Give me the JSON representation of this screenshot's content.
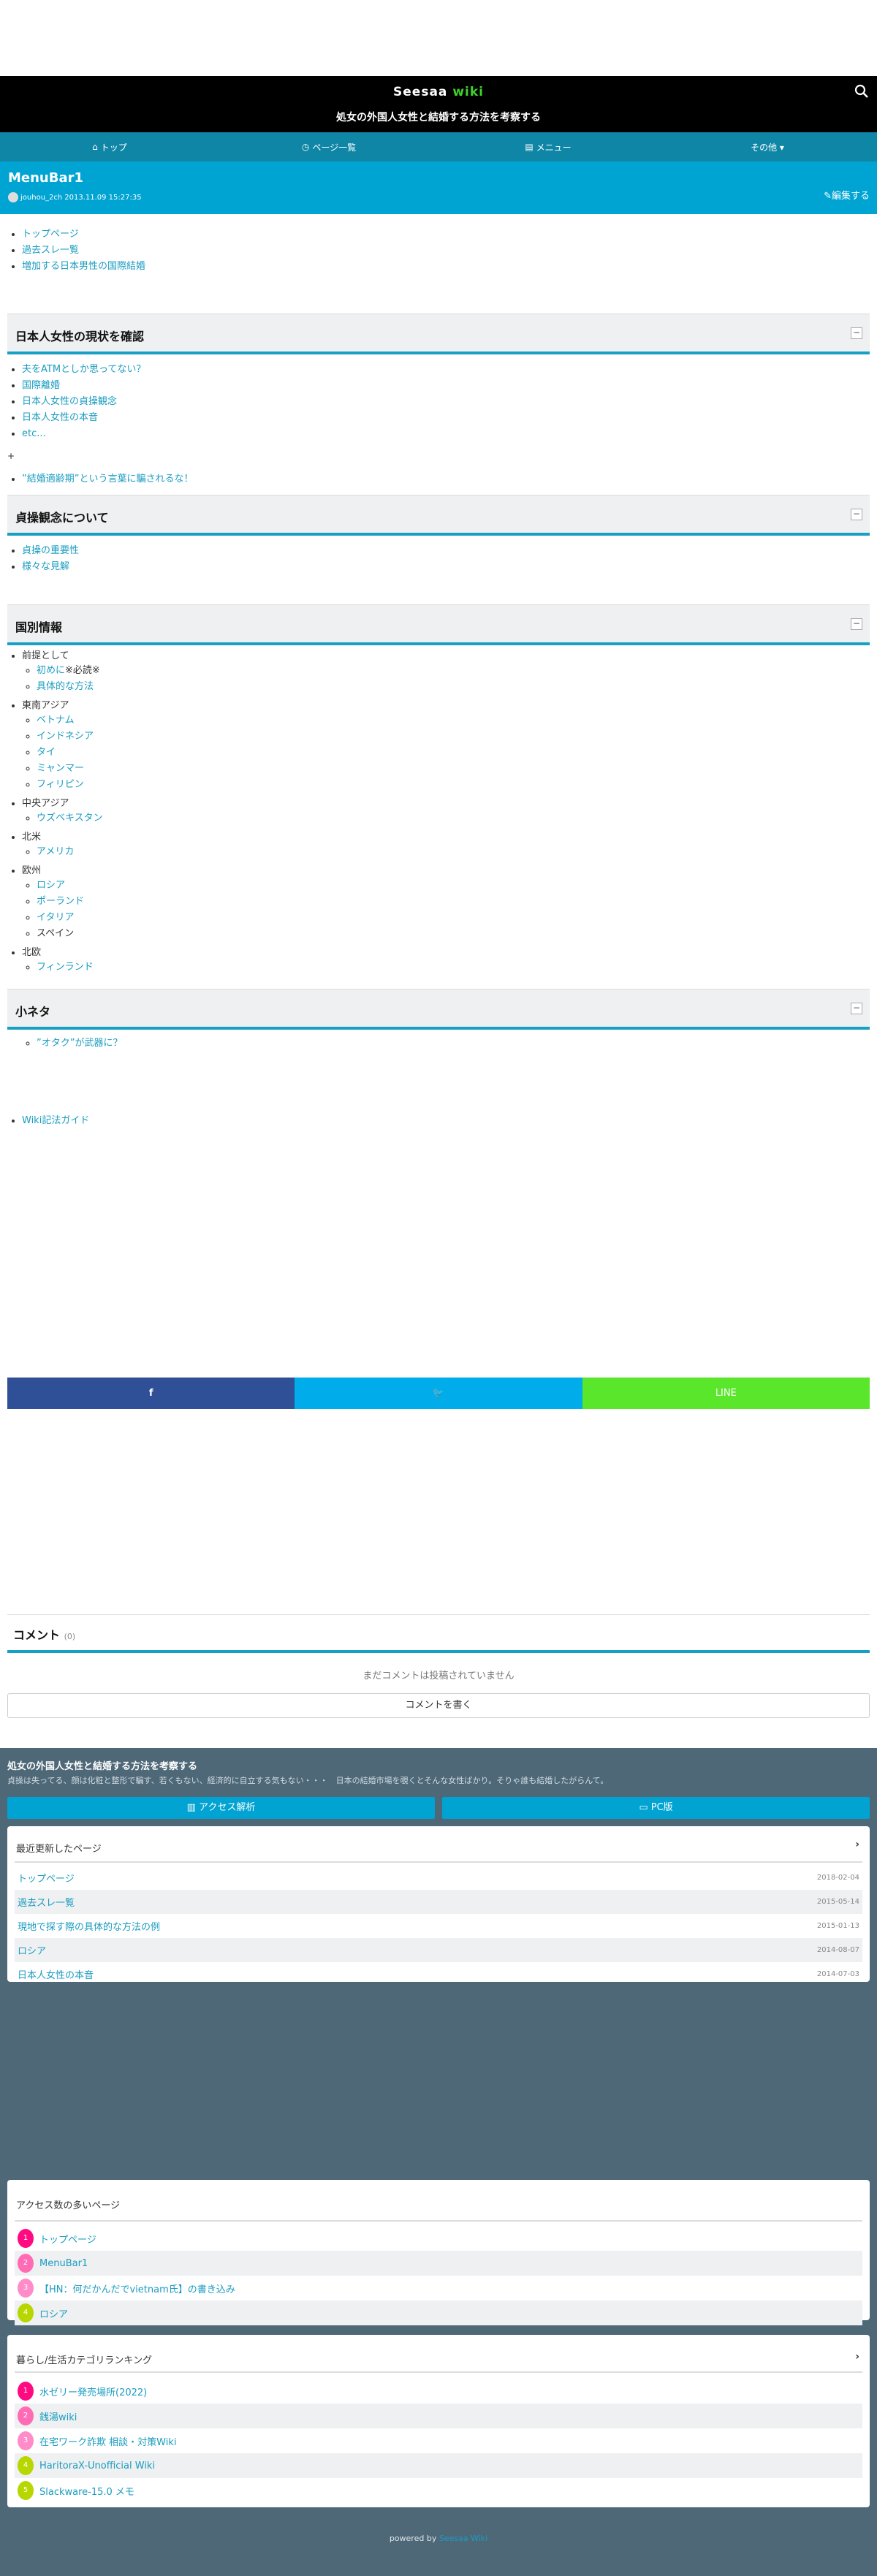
{
  "header": {
    "logo_main": "Seesaa",
    "logo_accent": "wiki",
    "site_title": "処女の外国人女性と結婚する方法を考察する"
  },
  "nav": [
    {
      "label": "トップ",
      "icon": "home-icon"
    },
    {
      "label": "ページ一覧",
      "icon": "clock-icon"
    },
    {
      "label": "メニュー",
      "icon": "document-icon"
    },
    {
      "label": "その他 ▾",
      "icon": ""
    }
  ],
  "page": {
    "title": "MenuBar1",
    "author": "jouhou_2ch",
    "updated": "2013.11.09 15:27:35",
    "edit_label": "編集する"
  },
  "top_links": [
    "トップページ",
    "過去スレ一覧",
    "増加する日本男性の国際結婚"
  ],
  "sections": [
    {
      "title": "日本人女性の現状を確認",
      "items": [
        "夫をATMとしか思ってない？",
        "国際離婚",
        "日本人女性の貞操観念",
        "日本人女性の本音",
        "etc..."
      ],
      "plus": "+",
      "extra": "”結婚適齢期”という言葉に騙されるな！"
    },
    {
      "title": "貞操観念について",
      "items": [
        "貞操の重要性",
        "様々な見解"
      ]
    },
    {
      "title": "国別情報",
      "groups": [
        {
          "label": "前提として",
          "items": [
            {
              "t": "初めに",
              "suffix": "※必読※"
            },
            {
              "t": "具体的な方法"
            }
          ]
        },
        {
          "label": "東南アジア",
          "items": [
            {
              "t": "ベトナム"
            },
            {
              "t": "インドネシア"
            },
            {
              "t": "タイ"
            },
            {
              "t": "ミャンマー"
            },
            {
              "t": "フィリピン"
            }
          ]
        },
        {
          "label": "中央アジア",
          "items": [
            {
              "t": "ウズベキスタン"
            }
          ]
        },
        {
          "label": "北米",
          "items": [
            {
              "t": "アメリカ"
            }
          ]
        },
        {
          "label": "欧州",
          "items": [
            {
              "t": "ロシア"
            },
            {
              "t": "ポーランド"
            },
            {
              "t": "イタリア"
            },
            {
              "t": "スペイン",
              "nolink": true
            }
          ]
        },
        {
          "label": "北欧",
          "items": [
            {
              "t": "フィンランド"
            }
          ]
        }
      ]
    },
    {
      "title": "小ネタ",
      "items": [
        "”オタク”が武器に？"
      ]
    }
  ],
  "toggle_label": "−",
  "wiki_guide": "Wiki記法ガイド",
  "share": {
    "facebook": "f",
    "twitter": "🐦",
    "line": "LINE",
    "colors": {
      "facebook": "#2f5096",
      "twitter": "#00acea",
      "line": "#5ae62a"
    }
  },
  "comments": {
    "title": "コメント",
    "count": "(0)",
    "empty": "まだコメントは投稿されていません",
    "write": "コメントを書く"
  },
  "footer": {
    "title": "処女の外国人女性と結婚する方法を考察する",
    "description": "貞操は失ってる、顔は化粧と整形で騙す、若くもない、経済的に自立する気もない・・・　日本の結婚市場を覗くとそんな女性ばかり。そりゃ誰も結婚したがらんて。",
    "analytics": "アクセス解析",
    "pc": "PC版",
    "powered_by": "powered by",
    "powered_link": "Seesaa Wiki"
  },
  "recent": {
    "title": "最近更新したページ",
    "rows": [
      [
        "トップページ",
        "2018-02-04"
      ],
      [
        "過去スレ一覧",
        "2015-05-14"
      ],
      [
        "現地で探す際の具体的な方法の例",
        "2015-01-13"
      ],
      [
        "ロシア",
        "2014-08-07"
      ],
      [
        "日本人女性の本音",
        "2014-07-03"
      ]
    ]
  },
  "popular": {
    "title": "アクセス数の多いページ",
    "rows": [
      "トップページ",
      "MenuBar1",
      "【HN：何だかんだでvietnam氏】の書き込み",
      "ロシア"
    ]
  },
  "category": {
    "title": "暮らし/生活カテゴリランキング",
    "rows": [
      "水ゼリー発売場所(2022)",
      "銭湯wiki",
      "在宅ワーク詐欺 相談・対策Wiki",
      "HaritoraX-Unofficial Wiki",
      "Slackware-15.0 メモ"
    ]
  },
  "rank_colors": [
    "#ff0a80",
    "#ff6cb5",
    "#ff8cc8",
    "#b8d600",
    "#b8d600"
  ]
}
